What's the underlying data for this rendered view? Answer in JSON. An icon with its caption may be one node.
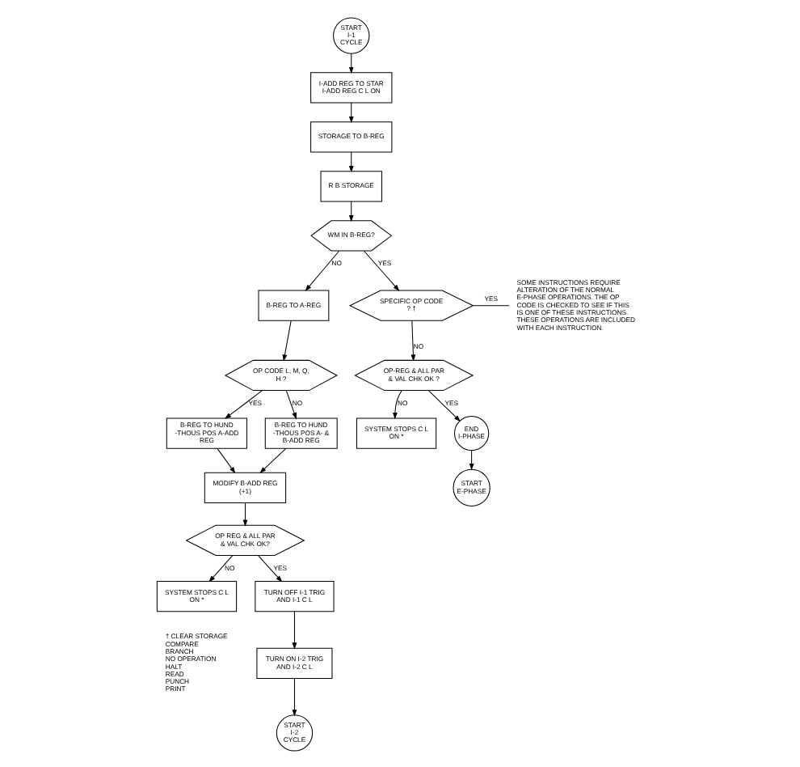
{
  "diagram": {
    "nodes": [
      {
        "text": [
          "START I-1 CYCLE"
        ]
      },
      {
        "text": [
          "I-ADD REG TO STAR I-ADD REG C L ON"
        ]
      },
      {
        "text": [
          "STORAGE TO B-REG"
        ]
      },
      {
        "text": [
          "R B STORAGE"
        ]
      },
      {
        "text": [
          "WM IN B-REG?"
        ]
      },
      {
        "text": [
          "B-REG TO A-REG"
        ]
      },
      {
        "text": [
          "OP CODE L, M, Q, H ?"
        ]
      },
      {
        "text": [
          "B-REG TO HUND -THOUS POS A-ADD REG"
        ]
      },
      {
        "text": [
          "B-REG TO HUND -THOUS POS A- & B-ADD REG"
        ]
      },
      {
        "text": [
          "MODIFY B-ADD REG (+1)"
        ]
      },
      {
        "text": [
          "OP REG & ALL PAR & VAL CHK OK?"
        ]
      },
      {
        "text": [
          "SYSTEM STOPS C L ON *"
        ]
      },
      {
        "text": [
          "TURN OFF I-1 TRIG AND I-1 C L"
        ]
      },
      {
        "text": [
          "TURN ON I-2 TRIG AND I-2 C L"
        ]
      },
      {
        "text": [
          "START I-2 CYCLE"
        ]
      },
      {
        "text": [
          "SPECIFIC OP CODE ? †"
        ]
      },
      {
        "text": [
          "SOME INSTRUCTIONS REQUIRE ALTERATION OF THE NORMAL E-PHASE OPERATIONS. THE OP CODE IS CHECKED TO SEE IF THIS IS ONE OF THESE INSTRUCTIONS. THESE OPERATIONS ARE INCLUDED WITH EACH INSTRUCTION."
        ]
      },
      {
        "text": [
          "OP-REG & ALL PAR & VAL CHK OK ?"
        ]
      },
      {
        "text": [
          "SYSTEM STOPS C L ON *"
        ]
      },
      {
        "text": [
          "END I-PHASE"
        ]
      },
      {
        "text": [
          "START E-PHASE"
        ]
      }
    ],
    "edges": [
      {
        "from": 0,
        "to": 1,
        "arrow": "to"
      },
      {
        "from": 1,
        "to": 2,
        "arrow": "to"
      },
      {
        "from": 2,
        "to": 3,
        "arrow": "to"
      },
      {
        "from": 3,
        "to": 4,
        "arrow": "to"
      },
      {
        "from": 4,
        "to": 5,
        "arrow": "to",
        "label": "NO"
      },
      {
        "from": 4,
        "to": 15,
        "arrow": "to",
        "label": "YES"
      },
      {
        "from": 5,
        "to": 6,
        "arrow": "to"
      },
      {
        "from": 6,
        "to": 7,
        "arrow": "to",
        "label": "YES"
      },
      {
        "from": 6,
        "to": 8,
        "arrow": "to",
        "label": "NO"
      },
      {
        "from": 7,
        "to": 9,
        "arrow": "to"
      },
      {
        "from": 8,
        "to": 9,
        "arrow": "to"
      },
      {
        "from": 9,
        "to": 10,
        "arrow": "to"
      },
      {
        "from": 10,
        "to": 11,
        "arrow": "to",
        "label": "NO"
      },
      {
        "from": 10,
        "to": 12,
        "arrow": "to",
        "label": "YES"
      },
      {
        "from": 12,
        "to": 13,
        "arrow": "to"
      },
      {
        "from": 13,
        "to": 14,
        "arrow": "to"
      },
      {
        "from": 15,
        "to": 16,
        "arrow": "none",
        "label": "YES"
      },
      {
        "from": 15,
        "to": 17,
        "arrow": "to",
        "label": "NO"
      },
      {
        "from": 17,
        "to": 18,
        "arrow": "to",
        "label": "NO"
      },
      {
        "from": 17,
        "to": 19,
        "arrow": "to",
        "label": "YES"
      },
      {
        "from": 19,
        "to": 20,
        "arrow": "to"
      }
    ],
    "labels": [
      "† CLEAR STORAGE",
      "COMPARE",
      "BRANCH",
      "NO OPERATION",
      "HALT",
      "READ",
      "PUNCH",
      "PRINT"
    ]
  }
}
